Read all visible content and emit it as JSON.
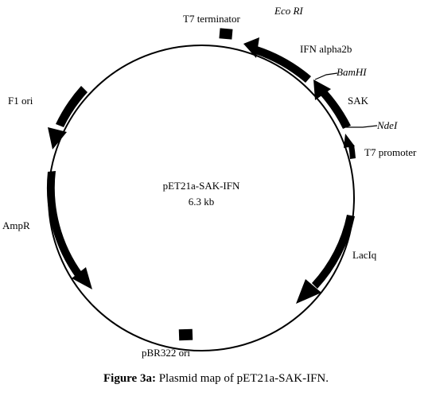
{
  "plasmid": {
    "name": "pET21a-SAK-IFN",
    "size": "6.3 kb"
  },
  "features": [
    {
      "key": "t7_terminator",
      "label": "T7 terminator"
    },
    {
      "key": "ifn",
      "label": "IFN alpha2b"
    },
    {
      "key": "sak",
      "label": "SAK"
    },
    {
      "key": "t7_promoter",
      "label": "T7 promoter"
    },
    {
      "key": "laciq",
      "label": "LacIq"
    },
    {
      "key": "pbr322",
      "label": "pBR322 ori"
    },
    {
      "key": "ampr",
      "label": "AmpR"
    },
    {
      "key": "f1",
      "label": "F1 ori"
    }
  ],
  "sites": [
    {
      "key": "ecori",
      "label": "Eco RI"
    },
    {
      "key": "bamhi",
      "label": "BamHI"
    },
    {
      "key": "ndei",
      "label": "NdeI"
    }
  ],
  "caption": {
    "prefix": "Figure 3a:",
    "text": " Plasmid map of pET21a-SAK-IFN."
  },
  "colors": {
    "line": "#000000",
    "background": "#ffffff"
  }
}
